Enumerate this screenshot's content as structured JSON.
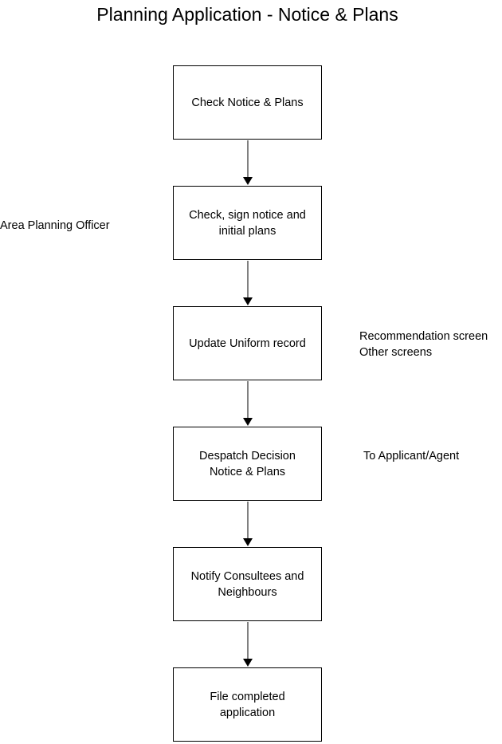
{
  "title": "Planning Application - Notice & Plans",
  "steps": [
    {
      "text": "Check Notice & Plans"
    },
    {
      "text": "Check, sign notice and\ninitial plans"
    },
    {
      "text": "Update Uniform record"
    },
    {
      "text": "Despatch Decision\nNotice & Plans"
    },
    {
      "text": "Notify Consultees and\nNeighbours"
    },
    {
      "text": "File completed\napplication"
    }
  ],
  "side_notes": {
    "officer": "Area Planning Officer",
    "screens": "Recommendation screen\nOther screens",
    "recipient": "To Applicant/Agent"
  },
  "colors": {
    "line": "#000000",
    "background": "#ffffff"
  }
}
